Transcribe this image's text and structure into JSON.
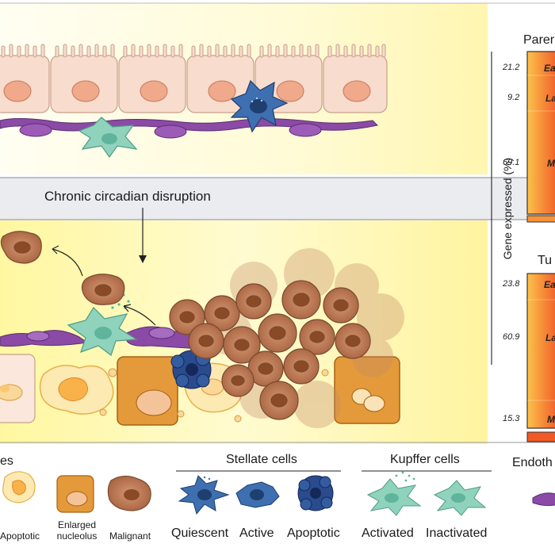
{
  "caption": "Chronic circadian disruption",
  "panels": {
    "top": {
      "title": "Parer"
    },
    "bottom": {
      "title": "Tu"
    }
  },
  "y_axis_label": "Gene expressed (%)",
  "top_ticks": [
    "21.2",
    "9.2",
    "69.1"
  ],
  "bottom_ticks": [
    "23.8",
    "60.9",
    "15.3"
  ],
  "top_band_labels": [
    "Ea",
    "La",
    "M"
  ],
  "bottom_band_labels": [
    "Ea",
    "La",
    "M"
  ],
  "legend": {
    "hepatocytes": {
      "title_partial": "es",
      "items": [
        "Apoptotic",
        "Enlarged\nnucleolus",
        "Malignant"
      ]
    },
    "stellate": {
      "title": "Stellate cells",
      "items": [
        "Quiescent",
        "Active",
        "Apoptotic"
      ]
    },
    "kupffer": {
      "title": "Kupffer cells",
      "items": [
        "Activated",
        "Inactivated"
      ]
    },
    "endothelial": {
      "title_partial": "Endoth"
    }
  },
  "colors": {
    "hepatocyte": "#f8dccd",
    "stellate": "#3e6fb0",
    "kupffer": "#8fd3bd",
    "endothelial": "#8b4aa6",
    "malignant": "#b7734f",
    "enlarged": "#e49a3a",
    "bar_hot": "#f15a24",
    "bar_warm": "#fbb03b"
  }
}
